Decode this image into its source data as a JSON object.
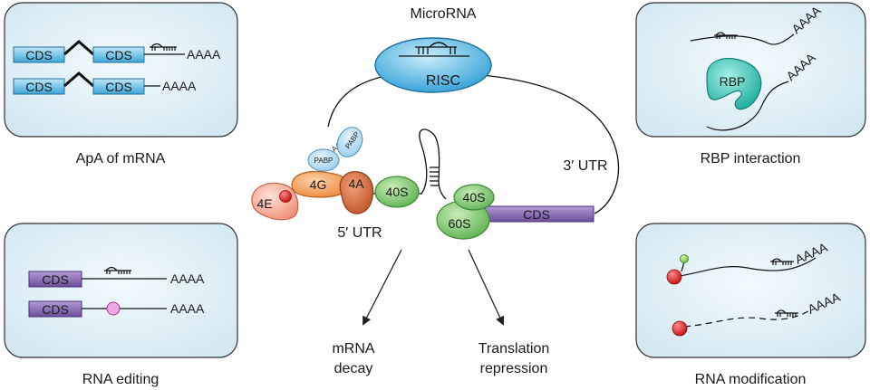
{
  "panels": {
    "apa": {
      "caption": "ApA of mRNA",
      "row1": {
        "cds1": "CDS",
        "cds2": "CDS",
        "tail": "AAAA"
      },
      "row2": {
        "cds1": "CDS",
        "cds2": "CDS",
        "tail": "AAAA"
      }
    },
    "rbp": {
      "caption": "RBP interaction",
      "protein": "RBP",
      "tail1": "AAAA",
      "tail2": "AAAA"
    },
    "editing": {
      "caption": "RNA editing",
      "row1": {
        "cds": "CDS",
        "tail": "AAAA"
      },
      "row2": {
        "cds": "CDS",
        "tail": "AAAA"
      }
    },
    "modification": {
      "caption": "RNA modification",
      "tail1": "AAAA",
      "tail2": "AAAA"
    }
  },
  "center": {
    "microrna_label": "MicroRNA",
    "risc_label": "RISC",
    "utr3_label": "3′ UTR",
    "utr5_label": "5′ UTR",
    "cds_label": "CDS",
    "polya": "AAAAAAA",
    "pabp1": "PABP",
    "pabp2": "PABP",
    "factor_4e": "4E",
    "factor_4g": "4G",
    "factor_4a": "4A",
    "ribo_40s_a": "40S",
    "ribo_40s_b": "40S",
    "ribo_60s": "60S",
    "outcome_decay": [
      "mRNA",
      "decay"
    ],
    "outcome_repression": [
      "Translation",
      "repression"
    ]
  },
  "colors": {
    "panel_fill": "#e3f1f7",
    "cds_blue": "#4fb3e0",
    "cds_purple": "#7b5ca8",
    "risc": "#4fb3e0",
    "rbp": "#2fc4b4",
    "green": "#7cc576",
    "orange": "#f19a55",
    "salmon": "#f4a58a",
    "brown": "#d06a3a",
    "pabp": "#a9d6ef",
    "red": "#d92a2a",
    "pink": "#f2a6e6"
  }
}
